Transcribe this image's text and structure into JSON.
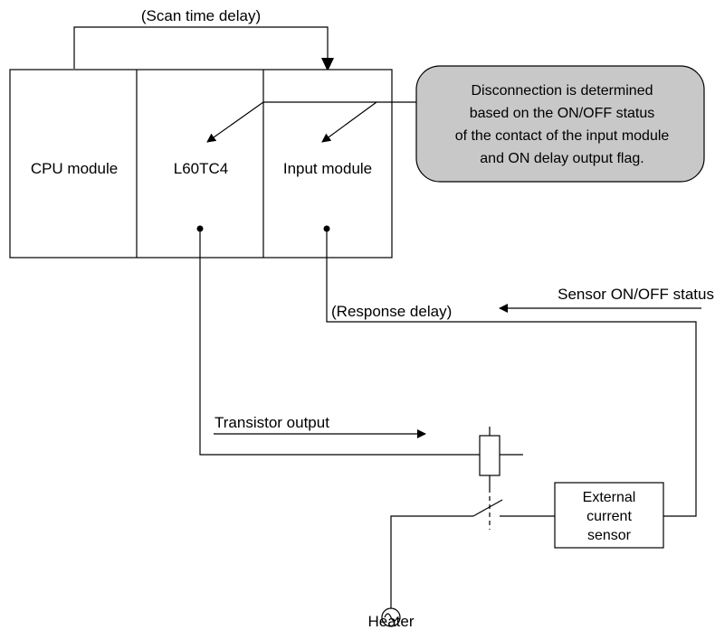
{
  "diagram": {
    "scan_delay_label": "(Scan time delay)",
    "modules": {
      "cpu": "CPU module",
      "l60tc4": "L60TC4",
      "input": "Input module"
    },
    "callout": {
      "lines": [
        "Disconnection is determined",
        "based on the ON/OFF status",
        "of the contact of the input module",
        "and ON delay output flag."
      ]
    },
    "sensor_status_label": "Sensor ON/OFF status",
    "response_delay_label": "(Response delay)",
    "transistor_output_label": "Transistor output",
    "sensor_box": {
      "lines": [
        "External",
        "current",
        "sensor"
      ]
    },
    "heater_label": "Heater"
  },
  "colors": {
    "callout_fill": "#c8c8c8",
    "line": "#000000"
  }
}
